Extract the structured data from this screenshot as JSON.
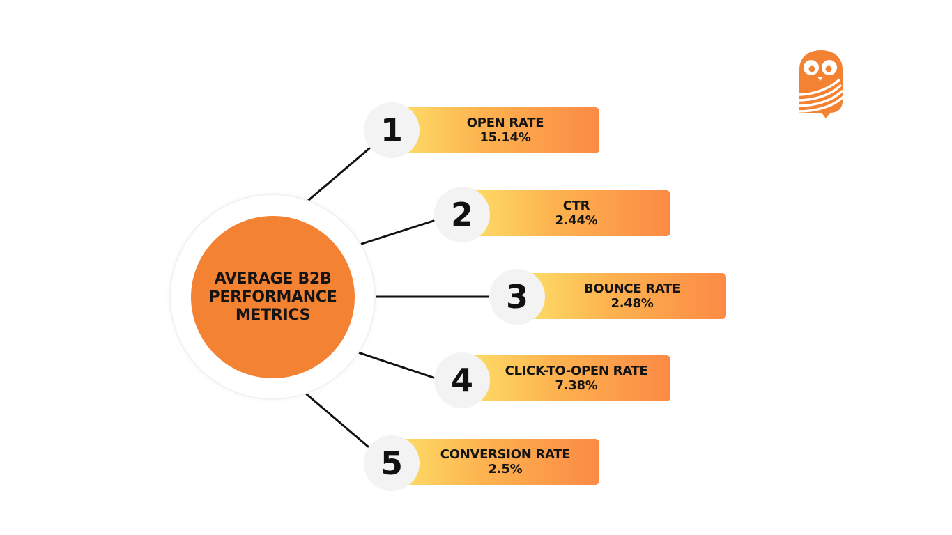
{
  "center": {
    "title": "AVERAGE B2B PERFORMANCE METRICS"
  },
  "metrics": [
    {
      "number": "1",
      "label": "OPEN RATE",
      "value": "15.14%"
    },
    {
      "number": "2",
      "label": "CTR",
      "value": "2.44%"
    },
    {
      "number": "3",
      "label": "BOUNCE RATE",
      "value": "2.48%"
    },
    {
      "number": "4",
      "label": "CLICK-TO-OPEN RATE",
      "value": "7.38%"
    },
    {
      "number": "5",
      "label": "CONVERSION RATE",
      "value": "2.5%"
    }
  ],
  "colors": {
    "accent": "#f48233",
    "bar_start": "#fde16a",
    "bar_end": "#fc8a45",
    "number_circle": "#f3f3f3",
    "text": "#141414"
  },
  "icons": {
    "logo": "owl-logo-icon"
  }
}
